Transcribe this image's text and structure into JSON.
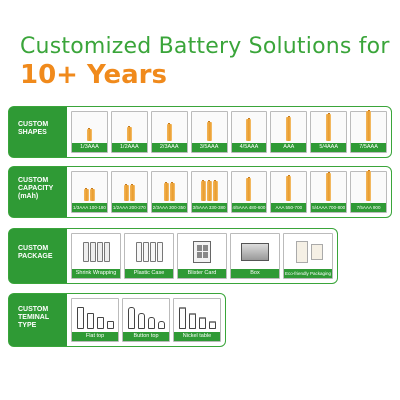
{
  "header": {
    "line1": "Customized Battery Solutions for",
    "line2": "10+ Years"
  },
  "colors": {
    "green": "#2f9a35",
    "orange": "#f08a1c",
    "battery": "#e89a2a"
  },
  "sections": {
    "shapes": {
      "label": [
        "CUSTOM",
        "SHAPES"
      ],
      "items": [
        {
          "caption": "1/3AAA",
          "count": 1,
          "level": 0.25
        },
        {
          "caption": "1/2AAA",
          "count": 1,
          "level": 0.35
        },
        {
          "caption": "2/3AAA",
          "count": 1,
          "level": 0.45
        },
        {
          "caption": "3/5AAA",
          "count": 1,
          "level": 0.55
        },
        {
          "caption": "4/5AAA",
          "count": 1,
          "level": 0.65
        },
        {
          "caption": "AAA",
          "count": 1,
          "level": 0.75
        },
        {
          "caption": "5/4AAA",
          "count": 1,
          "level": 0.88
        },
        {
          "caption": "7/5AAA",
          "count": 1,
          "level": 1.0
        }
      ]
    },
    "capacity": {
      "label": [
        "CUSTOM",
        "CAPACITY",
        "(mAh)"
      ],
      "items": [
        {
          "caption": "1/3AAA 100-180",
          "count": 2,
          "level": 0.25
        },
        {
          "caption": "1/2AAA 200-270",
          "count": 2,
          "level": 0.4
        },
        {
          "caption": "2/3AAA 300-350",
          "count": 2,
          "level": 0.5
        },
        {
          "caption": "3/5AAA 330-380",
          "count": 3,
          "level": 0.6
        },
        {
          "caption": "4/5AAA 480-600",
          "count": 1,
          "level": 0.7
        },
        {
          "caption": "AAA 550-700",
          "count": 1,
          "level": 0.8
        },
        {
          "caption": "5/4AAA 700-800",
          "count": 1,
          "level": 0.9
        },
        {
          "caption": "7/5AAA 900",
          "count": 1,
          "level": 1.0
        }
      ]
    },
    "package": {
      "label": [
        "CUSTOM",
        "PACKAGE"
      ],
      "items": [
        {
          "caption": "Shrink Wrapping",
          "icon": "shrink-wrap-icon"
        },
        {
          "caption": "Plastic Case",
          "icon": "plastic-case-icon"
        },
        {
          "caption": "Blister Card",
          "icon": "blister-card-icon"
        },
        {
          "caption": "Box",
          "icon": "box-icon"
        },
        {
          "caption": "Eco-friendly Packaging",
          "icon": "eco-package-icon"
        }
      ]
    },
    "terminal": {
      "label": [
        "CUSTOM",
        "TEMINAL",
        "TYPE"
      ],
      "items": [
        {
          "caption": "Flat top",
          "icon": "flat-top-icon"
        },
        {
          "caption": "Button top",
          "icon": "button-top-icon"
        },
        {
          "caption": "Nickel table",
          "icon": "nickel-tab-icon"
        }
      ]
    }
  }
}
